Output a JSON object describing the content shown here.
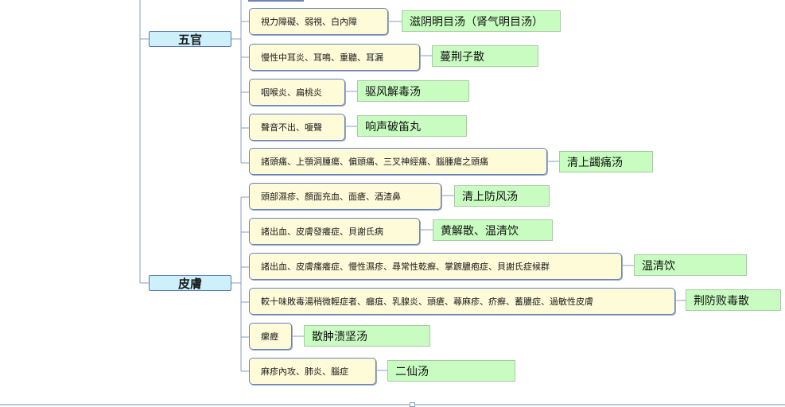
{
  "categories": [
    {
      "label": "五官"
    },
    {
      "label": "皮膚"
    }
  ],
  "rows": [
    {
      "condition": "視力障礙、弱視、白內障",
      "formula": "滋阴明目汤（肾气明目汤）"
    },
    {
      "condition": "慢性中耳炎、耳鳴、重聽、耳漏",
      "formula": "蔓荆子散"
    },
    {
      "condition": "咽喉炎、扁桃炎",
      "formula": "驱风解毒汤"
    },
    {
      "condition": "聲音不出、嗄聲",
      "formula": "响声破笛丸"
    },
    {
      "condition": "諸頭痛、上顎洞腫瘍、偏頭痛、三叉神經痛、腦腫瘍之頭痛",
      "formula": "清上蠲痛汤"
    },
    {
      "condition": "頭部濕疹、顏面充血、面瘡、酒渣鼻",
      "formula": "清上防风汤"
    },
    {
      "condition": "諸出血、皮膚發癢症、貝謝氏病",
      "formula": "黄解散、温清饮"
    },
    {
      "condition": "諸出血、皮膚瘙癢症、慢性濕疹、尋常性乾癬、掌蹠膿疱症、貝謝氏症候群",
      "formula": "温清饮"
    },
    {
      "condition": "較十味敗毒湯稍微輕症者、癰疽、乳腺炎、頭瘡、蕁麻疹、疥癬、蓄膿症、過敏性皮膚",
      "formula": "荆防败毒散"
    },
    {
      "condition": "瘰癧",
      "formula": "散肿溃坚汤"
    },
    {
      "condition": "麻疹內攻、肺炎、腦症",
      "formula": "二仙汤"
    }
  ]
}
